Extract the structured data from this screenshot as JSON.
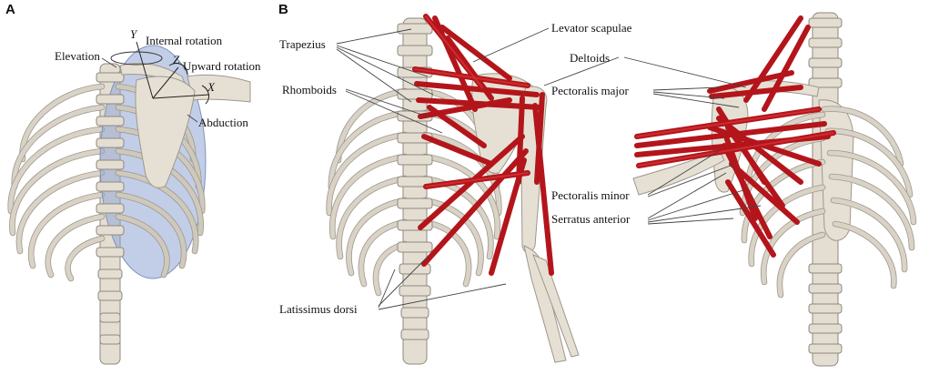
{
  "panels": {
    "a": {
      "letter": "A",
      "axes": {
        "y": "Y",
        "z": "Z",
        "x": "X"
      },
      "labels": {
        "elevation": "Elevation",
        "internal_rotation": "Internal rotation",
        "upward_rotation": "Upward rotation",
        "abduction": "Abduction"
      },
      "colors": {
        "ellipsoid": "#8fa6d4"
      }
    },
    "b": {
      "letter": "B",
      "labels": {
        "trapezius": "Trapezius",
        "rhomboids": "Rhomboids",
        "latissimus_dorsi": "Latissimus dorsi",
        "levator_scapulae": "Levator scapulae",
        "deltoids": "Deltoids",
        "pectoralis_major": "Pectoralis major",
        "pectoralis_minor": "Pectoralis minor",
        "serratus_anterior": "Serratus anterior"
      },
      "colors": {
        "muscle": "#b3151b",
        "bone": "#e6e0d4"
      }
    }
  }
}
